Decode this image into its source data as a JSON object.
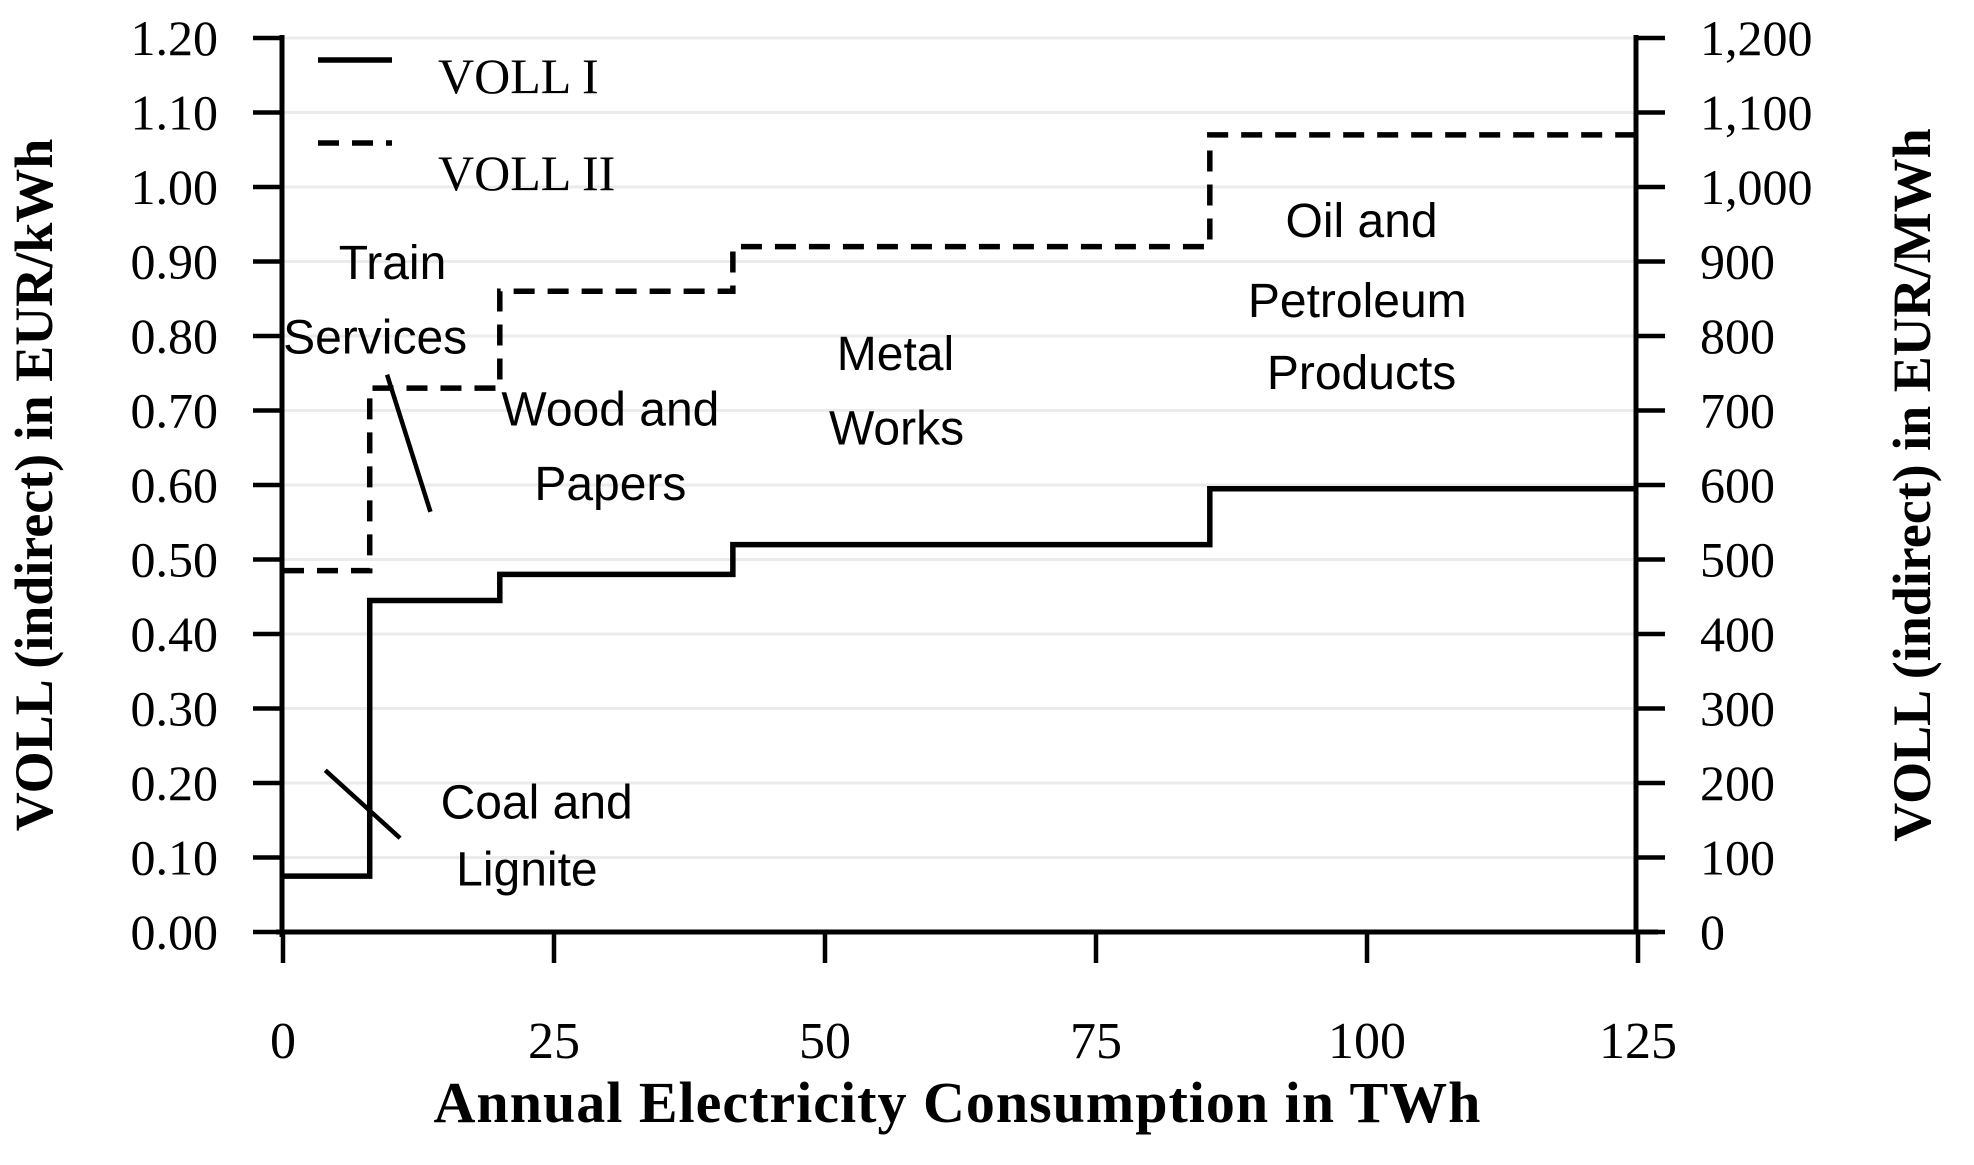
{
  "chart_data": {
    "type": "step-line",
    "title": "",
    "x_axis": {
      "label": "Annual Electricity Consumption in TWh",
      "min": 0,
      "max": 125,
      "ticks": [
        {
          "value": 0,
          "label": "0"
        },
        {
          "value": 25,
          "label": "25"
        },
        {
          "value": 50,
          "label": "50"
        },
        {
          "value": 75,
          "label": "75"
        },
        {
          "value": 100,
          "label": "100"
        },
        {
          "value": 125,
          "label": "125"
        }
      ]
    },
    "y_left_axis": {
      "label": "VOLL (indirect)  in EUR/kWh",
      "min": 0,
      "max": 1.2,
      "ticks": [
        {
          "value": 0.0,
          "label": "0.00"
        },
        {
          "value": 0.1,
          "label": "0.10"
        },
        {
          "value": 0.2,
          "label": "0.20"
        },
        {
          "value": 0.3,
          "label": "0.30"
        },
        {
          "value": 0.4,
          "label": "0.40"
        },
        {
          "value": 0.5,
          "label": "0.50"
        },
        {
          "value": 0.6,
          "label": "0.60"
        },
        {
          "value": 0.7,
          "label": "0.70"
        },
        {
          "value": 0.8,
          "label": "0.80"
        },
        {
          "value": 0.9,
          "label": "0.90"
        },
        {
          "value": 1.0,
          "label": "1.00"
        },
        {
          "value": 1.1,
          "label": "1.10"
        },
        {
          "value": 1.2,
          "label": "1.20"
        }
      ]
    },
    "y_right_axis": {
      "label": "VOLL (indirect) in EUR/MWh",
      "min": 0,
      "max": 1200,
      "ticks": [
        {
          "value": 0,
          "label": "0"
        },
        {
          "value": 100,
          "label": "100"
        },
        {
          "value": 200,
          "label": "200"
        },
        {
          "value": 300,
          "label": "300"
        },
        {
          "value": 400,
          "label": "400"
        },
        {
          "value": 500,
          "label": "500"
        },
        {
          "value": 600,
          "label": "600"
        },
        {
          "value": 700,
          "label": "700"
        },
        {
          "value": 800,
          "label": "800"
        },
        {
          "value": 900,
          "label": "900"
        },
        {
          "value": 1000,
          "label": "1,000"
        },
        {
          "value": 1100,
          "label": "1,100"
        },
        {
          "value": 1200,
          "label": "1,200"
        }
      ]
    },
    "gridline_values": [
      0.1,
      0.2,
      0.3,
      0.4,
      0.5,
      0.6,
      0.7,
      0.8,
      0.9,
      1.0,
      1.1,
      1.2
    ],
    "step_boundaries_TWh": [
      0,
      8,
      20,
      41.5,
      85.5,
      125
    ],
    "series": [
      {
        "name": "VOLL I",
        "line_style": "solid",
        "levels_EUR_per_kWh": [
          0.075,
          0.445,
          0.48,
          0.52,
          0.595
        ]
      },
      {
        "name": "VOLL II",
        "line_style": "dashed",
        "levels_EUR_per_kWh": [
          0.485,
          0.73,
          0.86,
          0.92,
          1.07
        ]
      }
    ],
    "sectors": [
      {
        "name": "Coal and Lignite",
        "range_TWh": [
          0,
          8
        ]
      },
      {
        "name": "Train Services",
        "range_TWh": [
          8,
          20
        ]
      },
      {
        "name": "Wood and Papers",
        "range_TWh": [
          20,
          41.5
        ]
      },
      {
        "name": "Metal Works",
        "range_TWh": [
          41.5,
          85.5
        ]
      },
      {
        "name": "Oil and Petroleum Products",
        "range_TWh": [
          85.5,
          125
        ]
      }
    ],
    "legend": {
      "position": "top-left",
      "entries": [
        {
          "label": "VOLL I",
          "line_style": "solid"
        },
        {
          "label": "VOLL II",
          "line_style": "dashed"
        }
      ]
    },
    "annotation_lines": [
      {
        "text": "Train",
        "x": 10.1,
        "y": 0.899
      },
      {
        "text": "Services",
        "x": 8.5,
        "y": 0.799
      },
      {
        "text": "Wood and",
        "x": 30.2,
        "y": 0.703
      },
      {
        "text": "Papers",
        "x": 30.2,
        "y": 0.603
      },
      {
        "text": "Metal",
        "x": 56.5,
        "y": 0.777
      },
      {
        "text": "Works",
        "x": 56.6,
        "y": 0.677
      },
      {
        "text": "Oil and",
        "x": 99.5,
        "y": 0.956
      },
      {
        "text": "Petroleum",
        "x": 99.1,
        "y": 0.848
      },
      {
        "text": "Products",
        "x": 99.5,
        "y": 0.752
      },
      {
        "text": "Coal and",
        "x": 23.4,
        "y": 0.175
      },
      {
        "text": "Lignite",
        "x": 22.5,
        "y": 0.085
      }
    ],
    "leader_lines": [
      {
        "x1": 9.6,
        "y1": 0.748,
        "x2": 13.6,
        "y2": 0.564
      },
      {
        "x1": 3.9,
        "y1": 0.217,
        "x2": 10.8,
        "y2": 0.126
      }
    ],
    "colors": {
      "line": "#000000",
      "grid": "#ebebeb",
      "background": "#ffffff",
      "text": "#000000"
    }
  }
}
